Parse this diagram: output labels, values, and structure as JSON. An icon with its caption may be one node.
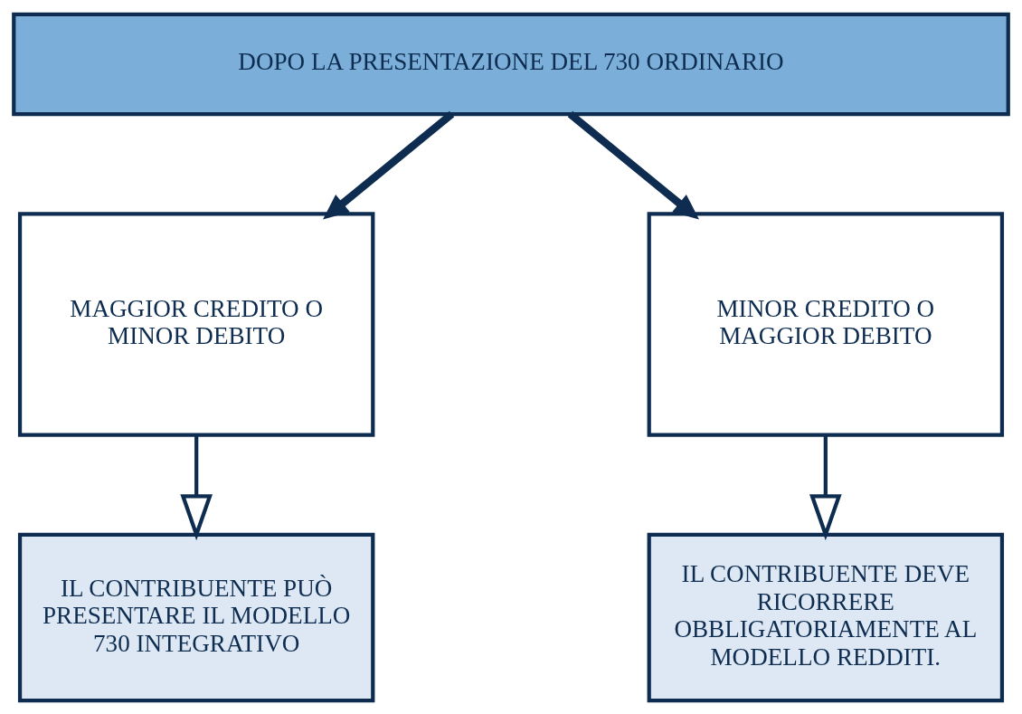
{
  "diagram": {
    "nodes": [
      {
        "text": [
          "DOPO LA PRESENTAZIONE DEL 730 ORDINARIO"
        ]
      },
      {
        "text": [
          "MAGGIOR CREDITO O MINOR DEBITO"
        ]
      },
      {
        "text": [
          "MINOR CREDITO O MAGGIOR DEBITO"
        ]
      },
      {
        "text": [
          "IL CONTRIBUENTE PUÒ PRESENTARE IL MODELLO 730 INTEGRATIVO"
        ]
      },
      {
        "text": [
          "IL CONTRIBUENTE DEVE RICORRERE OBBLIGATORIAMENTE AL MODELLO REDDITI."
        ]
      }
    ],
    "edges": [
      {
        "from": 0,
        "to": 1,
        "arrow": "to",
        "style": "thick"
      },
      {
        "from": 0,
        "to": 2,
        "arrow": "to",
        "style": "thick"
      },
      {
        "from": 1,
        "to": 3,
        "arrow": "to"
      },
      {
        "from": 2,
        "to": 4,
        "arrow": "to"
      }
    ]
  }
}
